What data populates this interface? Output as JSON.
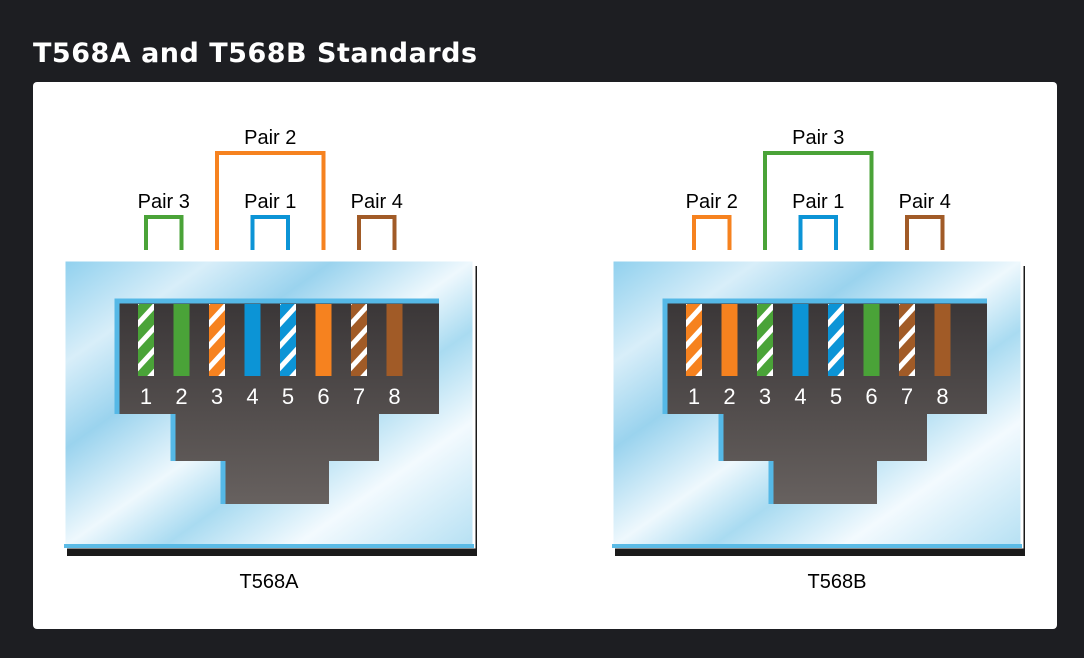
{
  "page": {
    "title": "T568A and T568B Standards"
  },
  "colors": {
    "green": "#4aa338",
    "orange": "#f6821f",
    "blue": "#0c94d6",
    "brown": "#a15b27",
    "white": "#ffffff",
    "housing_dark": "#4b4748",
    "housing_light": "#dff2fb",
    "housing_edge": "#6cc4e9"
  },
  "diagrams": [
    {
      "caption": "T568A",
      "pins": [
        {
          "num": "1",
          "color": "green",
          "striped": true
        },
        {
          "num": "2",
          "color": "green",
          "striped": false
        },
        {
          "num": "3",
          "color": "orange",
          "striped": true
        },
        {
          "num": "4",
          "color": "blue",
          "striped": false
        },
        {
          "num": "5",
          "color": "blue",
          "striped": true
        },
        {
          "num": "6",
          "color": "orange",
          "striped": false
        },
        {
          "num": "7",
          "color": "brown",
          "striped": true
        },
        {
          "num": "8",
          "color": "brown",
          "striped": false
        }
      ],
      "pairs": [
        {
          "label": "Pair 3",
          "color": "green",
          "pins": [
            1,
            2
          ]
        },
        {
          "label": "Pair 2",
          "color": "orange",
          "pins": [
            3,
            6
          ],
          "raised": true
        },
        {
          "label": "Pair 1",
          "color": "blue",
          "pins": [
            4,
            5
          ]
        },
        {
          "label": "Pair 4",
          "color": "brown",
          "pins": [
            7,
            8
          ]
        }
      ]
    },
    {
      "caption": "T568B",
      "pins": [
        {
          "num": "1",
          "color": "orange",
          "striped": true
        },
        {
          "num": "2",
          "color": "orange",
          "striped": false
        },
        {
          "num": "3",
          "color": "green",
          "striped": true
        },
        {
          "num": "4",
          "color": "blue",
          "striped": false
        },
        {
          "num": "5",
          "color": "blue",
          "striped": true
        },
        {
          "num": "6",
          "color": "green",
          "striped": false
        },
        {
          "num": "7",
          "color": "brown",
          "striped": true
        },
        {
          "num": "8",
          "color": "brown",
          "striped": false
        }
      ],
      "pairs": [
        {
          "label": "Pair 2",
          "color": "orange",
          "pins": [
            1,
            2
          ]
        },
        {
          "label": "Pair 3",
          "color": "green",
          "pins": [
            3,
            6
          ],
          "raised": true
        },
        {
          "label": "Pair 1",
          "color": "blue",
          "pins": [
            4,
            5
          ]
        },
        {
          "label": "Pair 4",
          "color": "brown",
          "pins": [
            7,
            8
          ]
        }
      ]
    }
  ]
}
